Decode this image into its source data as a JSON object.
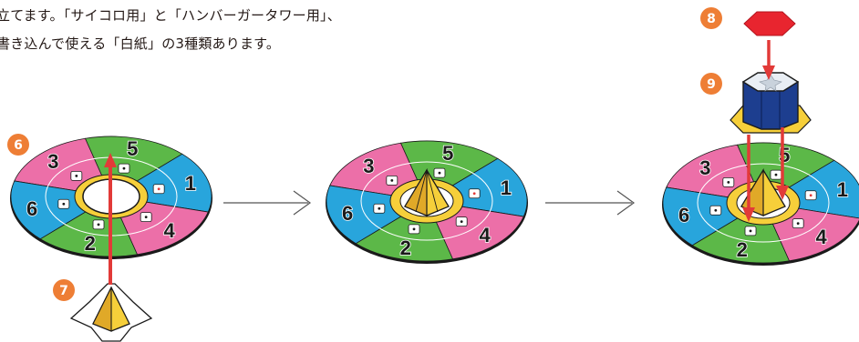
{
  "caption": {
    "line1": "立てます。「サイコロ用」と「ハンバーガータワー用」、",
    "line2": "書き込んで使える「白紙」の3種類あります。"
  },
  "steps": {
    "s6": "6",
    "s7": "7",
    "s8": "8",
    "s9": "9"
  },
  "wheel_numbers": [
    "3",
    "5",
    "1",
    "4",
    "2",
    "6"
  ],
  "colors": {
    "pink": "#ec6fa8",
    "green": "#5cb848",
    "blue": "#28a5dc",
    "yellow": "#f6cf3a",
    "badge": "#ee7e35",
    "arrow_red": "#e23a38",
    "hex_red": "#e8252f",
    "navy": "#1d3e8f"
  }
}
